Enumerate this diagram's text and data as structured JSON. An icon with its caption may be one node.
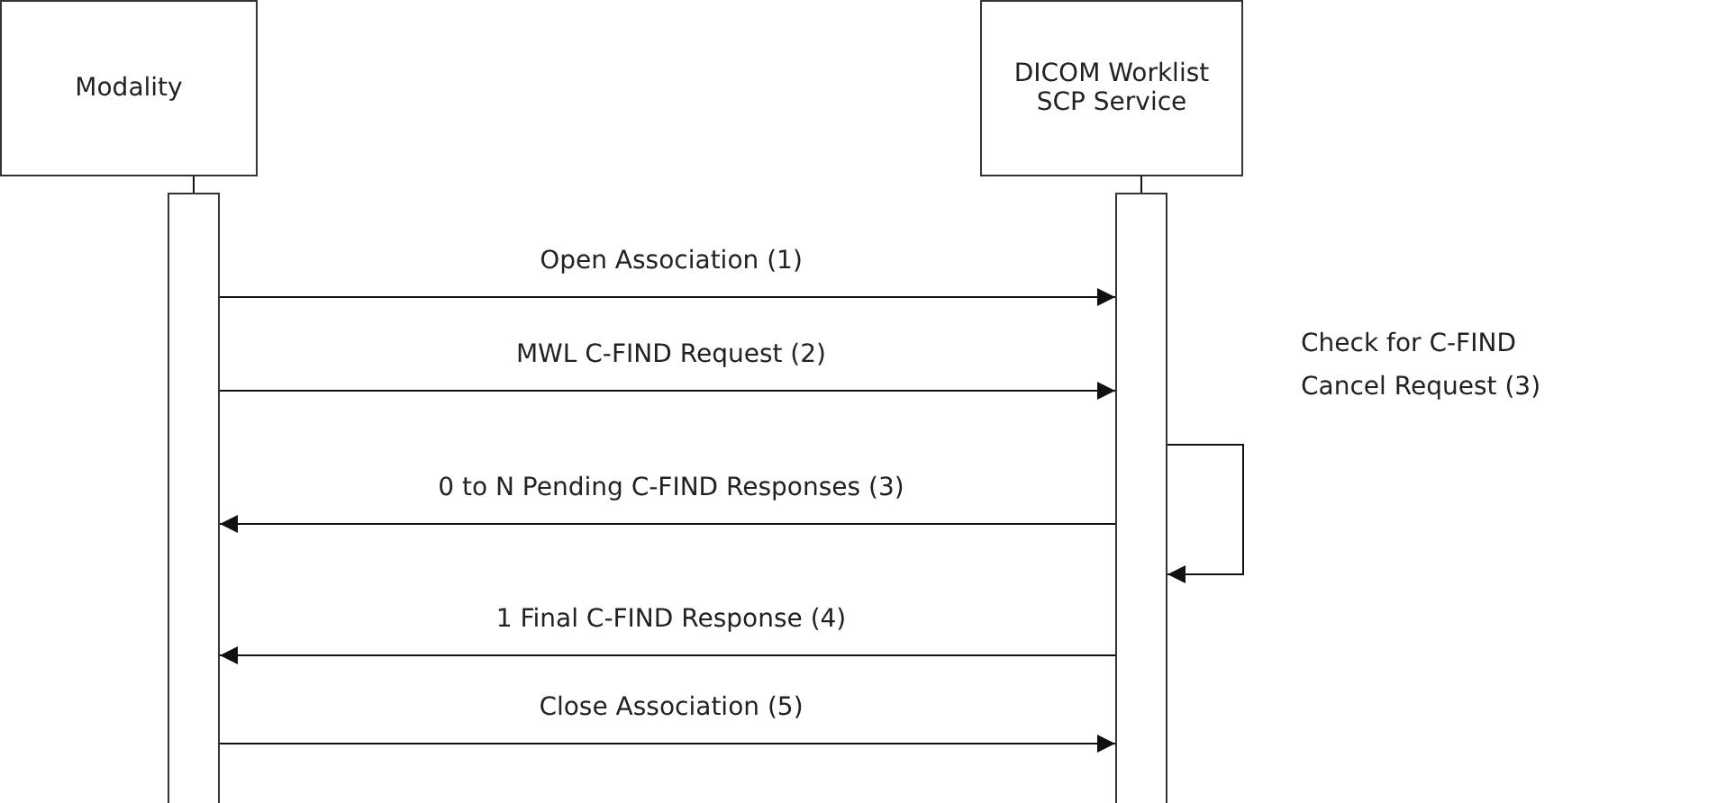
{
  "diagram": {
    "nodes": [
      {
        "text": [
          "Modality"
        ]
      },
      {
        "text": [
          "DICOM Worklist SCP Service"
        ]
      },
      {
        "text": [],
        "shape": "bar"
      },
      {
        "text": [],
        "shape": "bar"
      }
    ],
    "edges": [
      {
        "from": 0,
        "to": 2,
        "arrow": "none"
      },
      {
        "from": 1,
        "to": 3,
        "arrow": "none"
      },
      {
        "from": 2,
        "to": 3,
        "arrow": "to",
        "label": "Open Association (1)"
      },
      {
        "from": 2,
        "to": 3,
        "arrow": "to",
        "label": "MWL C-FIND Request (2)"
      },
      {
        "from": 3,
        "to": 3,
        "arrow": "to",
        "label": "Check for C-FIND Cancel Request (3)"
      },
      {
        "from": 3,
        "to": 2,
        "arrow": "to",
        "label": "0 to N Pending C-FIND Responses (3)"
      },
      {
        "from": 3,
        "to": 2,
        "arrow": "to",
        "label": "1 Final C-FIND Response (4)"
      },
      {
        "from": 2,
        "to": 3,
        "arrow": "to",
        "label": "Close Association (5)"
      }
    ]
  }
}
